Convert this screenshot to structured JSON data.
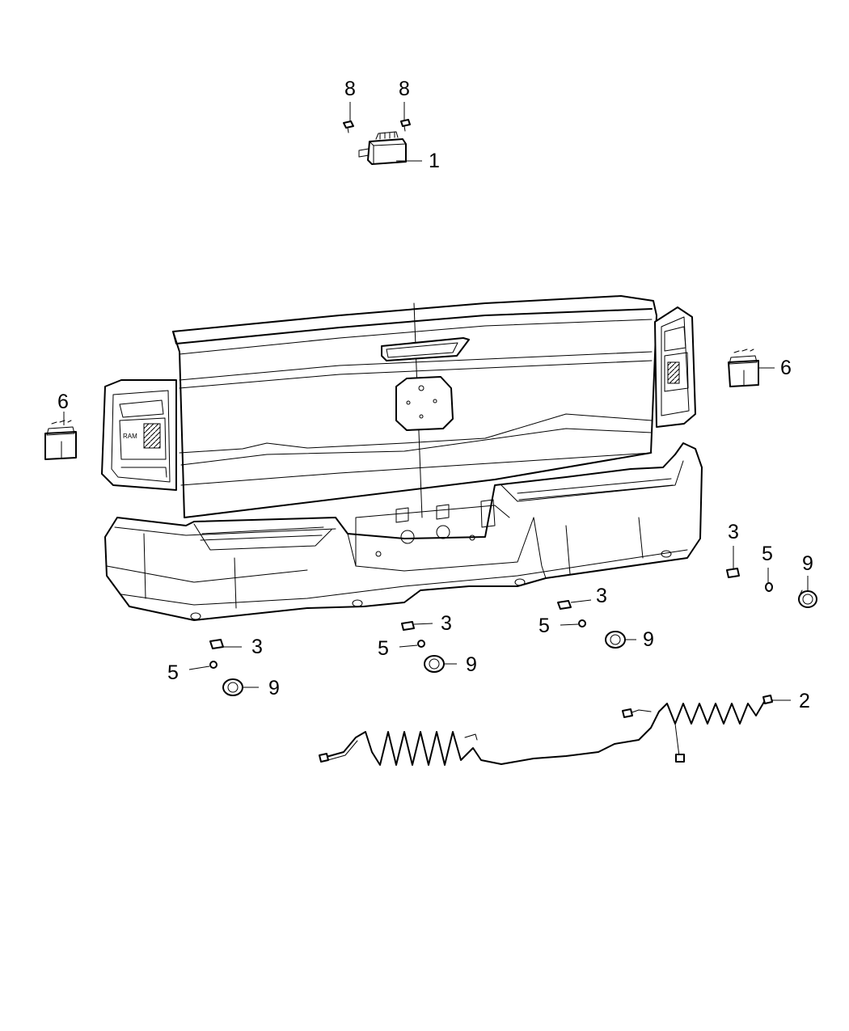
{
  "callouts": {
    "c1": "1",
    "c2": "2",
    "c3a": "3",
    "c3b": "3",
    "c3c": "3",
    "c3d": "3",
    "c5a": "5",
    "c5b": "5",
    "c5c": "5",
    "c5d": "5",
    "c6a": "6",
    "c6b": "6",
    "c8a": "8",
    "c8b": "8",
    "c9a": "9",
    "c9b": "9",
    "c9c": "9",
    "c9d": "9"
  }
}
